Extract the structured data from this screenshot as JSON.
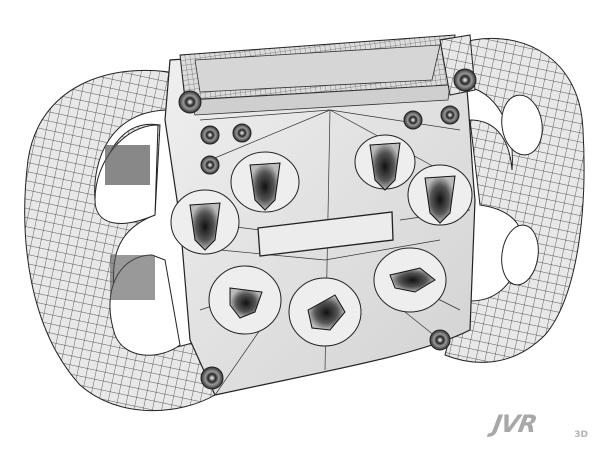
{
  "image": {
    "subject": "3D wireframe render of a racing steering wheel",
    "background_color": "#ffffff",
    "mesh_color": "#1a1a1a",
    "surface_color": "#e6e6e6"
  },
  "logo": {
    "main": "JVR",
    "sub": "3D"
  },
  "components": {
    "rotary_knobs": 7,
    "push_buttons": 9,
    "display_panel": 1,
    "top_display_housing": 1,
    "grips": 2
  }
}
